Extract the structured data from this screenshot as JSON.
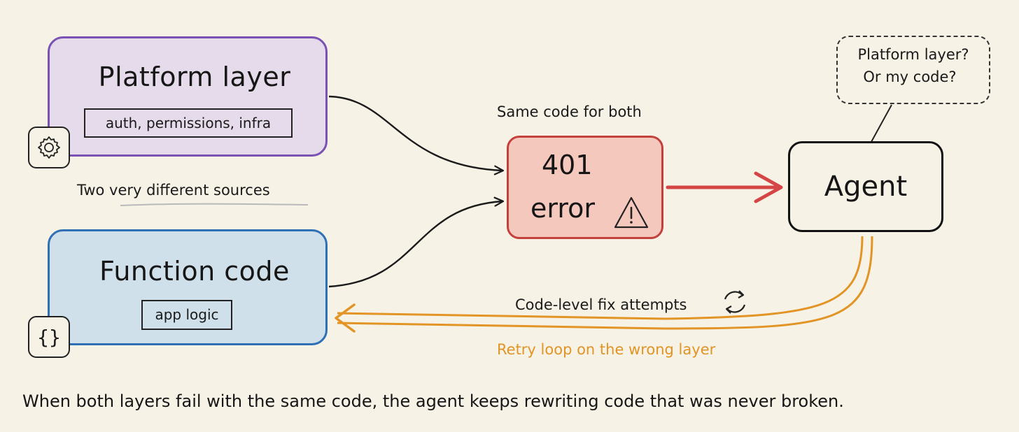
{
  "boxes": {
    "platform": {
      "title": "Platform layer",
      "tag": "auth, permissions, infra",
      "icon": "gear-icon"
    },
    "function": {
      "title": "Function code",
      "tag": "app logic",
      "icon": "braces-icon",
      "icon_glyph": "{}"
    },
    "error": {
      "code": "401",
      "word": "error",
      "icon": "warning-icon"
    },
    "agent": {
      "label": "Agent"
    }
  },
  "bubble": {
    "line1": "Platform layer?",
    "line2": "Or my code?"
  },
  "notes": {
    "same_code": "Same code for both",
    "sources": "Two very different sources",
    "fix_attempts": "Code-level fix attempts",
    "retry_loop": "Retry loop on the wrong layer"
  },
  "caption": "When both layers fail with the same code, the agent keeps rewriting code that was never broken.",
  "colors": {
    "background": "#f6f2e6",
    "platform_fill": "#e6dbea",
    "platform_border": "#7a52b3",
    "function_fill": "#cfe0ea",
    "function_border": "#2f6fb4",
    "error_fill": "#f5c8bd",
    "error_border": "#c4403d",
    "retry_orange": "#e29425",
    "ink": "#1d1d1d"
  }
}
